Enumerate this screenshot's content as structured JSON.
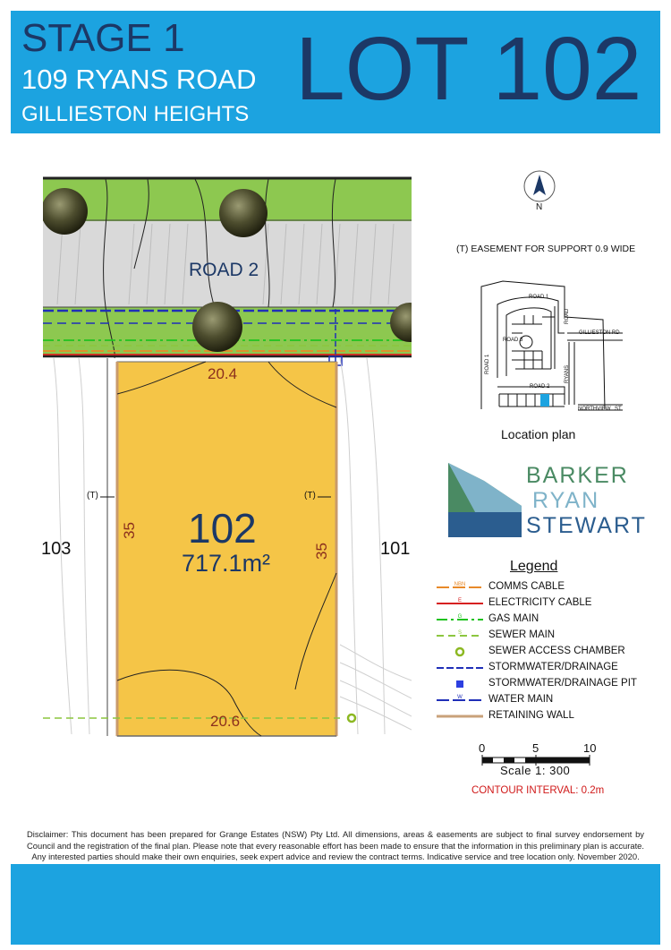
{
  "header": {
    "stage": "STAGE 1",
    "address": "109 RYANS ROAD",
    "suburb": "GILLIESTON HEIGHTS",
    "lot_heading": "LOT 102"
  },
  "plan": {
    "road_label": "ROAD 2",
    "lot_number": "102",
    "lot_area": "717.1m²",
    "frontage_top": "20.4",
    "frontage_bottom": "20.6",
    "side_left": "35",
    "side_right": "35",
    "neighbour_left": "103",
    "neighbour_right": "101",
    "easement_mark_left": "(T)",
    "easement_mark_right": "(T)"
  },
  "north_label": "N",
  "easement_note": "(T)  EASEMENT FOR SUPPORT 0.9 WIDE",
  "location_plan": {
    "caption": "Location plan",
    "labels": [
      "ROAD 1",
      "ROAD 3",
      "ROAD 1",
      "ROAD 2",
      "GILLIESTON RD",
      "ROAD",
      "RYANS",
      "NORTHVIEW",
      "ST"
    ]
  },
  "brand": {
    "line1": "BARKER",
    "line2": "RYAN",
    "line3": "STEWART",
    "color1": "#4a8a63",
    "color2": "#7fb3c9",
    "color3": "#2b5d8f"
  },
  "legend": {
    "title": "Legend",
    "items": [
      {
        "label": "COMMS CABLE",
        "symbol": "NBN",
        "color": "#e88a2a"
      },
      {
        "label": "ELECTRICITY CABLE",
        "symbol": "E",
        "color": "#d62020"
      },
      {
        "label": "GAS MAIN",
        "symbol": "G",
        "color": "#1fc21f"
      },
      {
        "label": "SEWER MAIN",
        "symbol": "S",
        "color": "#8cc63f"
      },
      {
        "label": "SEWER ACCESS CHAMBER",
        "symbol": "",
        "color": "#8cb822"
      },
      {
        "label": "STORMWATER/DRAINAGE",
        "symbol": "",
        "color": "#1f2fb8"
      },
      {
        "label": "STORMWATER/DRAINAGE PIT",
        "symbol": "",
        "color": "#2d3fe0"
      },
      {
        "label": "WATER MAIN",
        "symbol": "W",
        "color": "#1f2fb8"
      },
      {
        "label": "RETAINING WALL",
        "symbol": "",
        "color": "#c9a27a"
      }
    ]
  },
  "scale": {
    "ticks": [
      "0",
      "5",
      "10"
    ],
    "caption": "Scale 1: 300"
  },
  "contour_note": "CONTOUR INTERVAL: 0.2m",
  "disclaimer": "Disclaimer: This document has been prepared for Grange Estates (NSW) Pty Ltd. All dimensions, areas & easements are subject to final survey endorsement by Council and the registration of the final plan. Please note that every reasonable effort has been made to ensure that the information in this preliminary plan is accurate. Any interested parties should make their own enquiries, seek expert advice and review the contract terms. Indicative service and tree location only. November 2020."
}
